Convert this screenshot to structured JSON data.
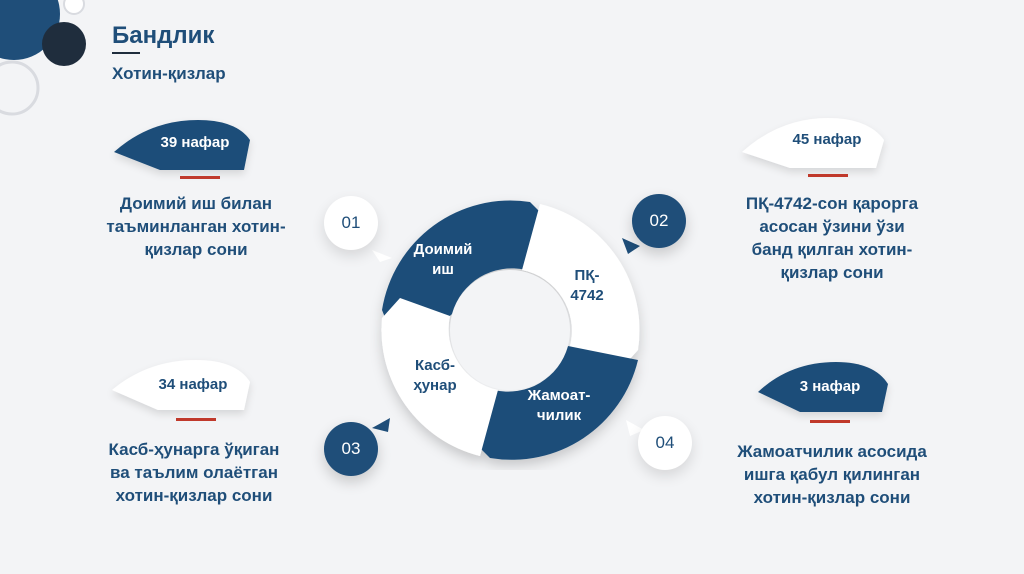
{
  "header": {
    "title": "Бандлик",
    "subtitle": "Хотин-қизлар"
  },
  "colors": {
    "primary": "#1f4e79",
    "accent": "#c0392b",
    "background": "#f3f4f6",
    "dark_circle": "#1f2d3d"
  },
  "cycle": {
    "segments": [
      {
        "label_line1": "Доимий",
        "label_line2": "иш"
      },
      {
        "label_line1": "ПҚ-",
        "label_line2": "4742"
      },
      {
        "label_line1": "Жамоат-",
        "label_line2": "чилик"
      },
      {
        "label_line1": "Касб-",
        "label_line2": "ҳунар"
      }
    ]
  },
  "items": [
    {
      "number": "01",
      "badge": "39 нафар",
      "line1": "Доимий иш билан",
      "line2": "таъминланган хотин-",
      "line3": "қизлар сони",
      "line4": ""
    },
    {
      "number": "02",
      "badge": "45 нафар",
      "line1": "ПҚ-4742-сон қарорга",
      "line2": "асосан ўзини ўзи",
      "line3": "банд қилган хотин-",
      "line4": "қизлар сони"
    },
    {
      "number": "03",
      "badge": "34 нафар",
      "line1": "Касб-ҳунарга ўқиган",
      "line2": "ва таълим олаётган",
      "line3": "хотин-қизлар сони",
      "line4": ""
    },
    {
      "number": "04",
      "badge": "3 нафар",
      "line1": "Жамоатчилик асосида",
      "line2": "ишга қабул қилинган",
      "line3": "хотин-қизлар сони",
      "line4": ""
    }
  ]
}
